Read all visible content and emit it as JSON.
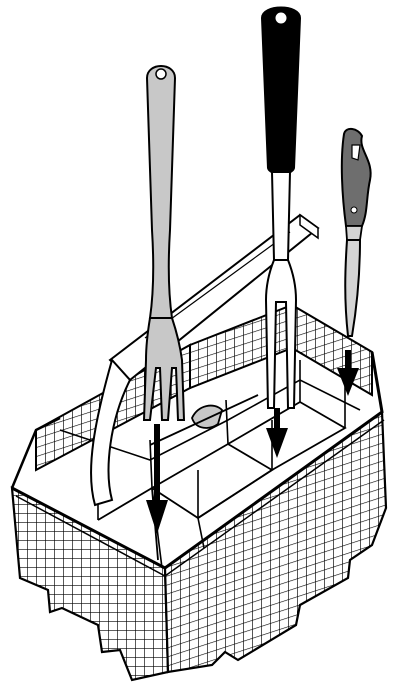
{
  "illustration": {
    "subject": "cutlery-basket-loading",
    "colors": {
      "background": "#ffffff",
      "outline": "#000000",
      "basket_fill": "#ffffff",
      "fork_light": "#c8c8c8",
      "fork_dark_handle": "#000000",
      "knife_handle": "#6e6e6e",
      "knife_blade": "#d4d4d4",
      "arrow": "#000000"
    },
    "items": {
      "basket": "basket",
      "fork_left": "light-fork",
      "fork_right": "dark-handled-fork",
      "knife": "folding-knife"
    },
    "arrows": [
      "arrow-down",
      "arrow-down",
      "arrow-down"
    ]
  }
}
